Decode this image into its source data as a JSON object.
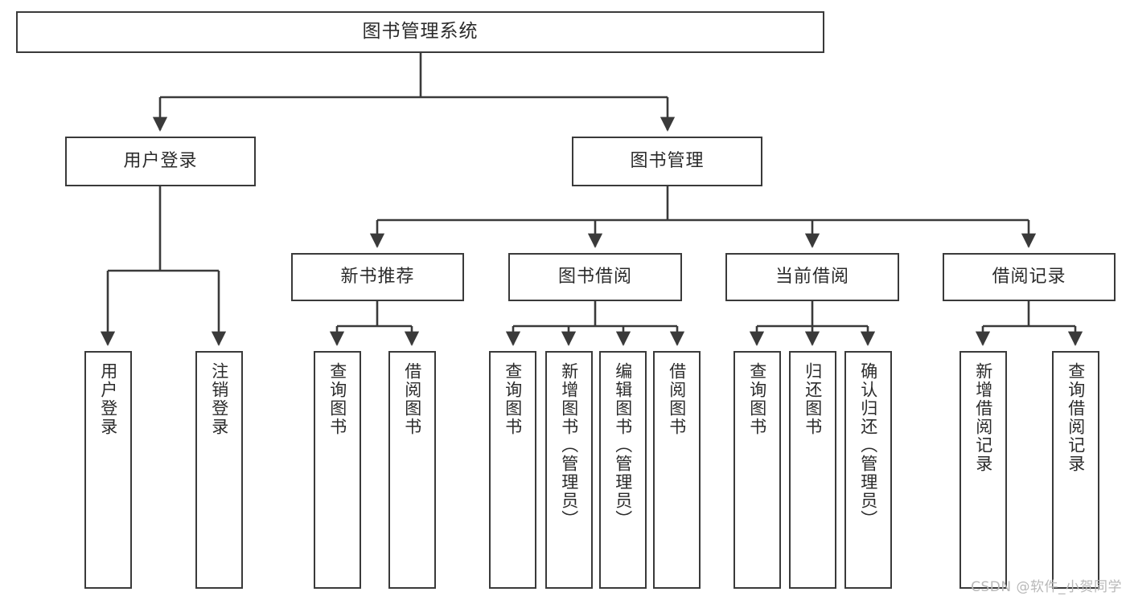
{
  "diagram": {
    "title": "图书管理系统",
    "type": "tree-hierarchy-diagram",
    "watermark": "CSDN @软件_小贺同学",
    "colors": {
      "box_border": "#3a3a3a",
      "box_fill": "#ffffff",
      "edge": "#3a3a3a",
      "text": "#2b2b2b",
      "watermark": "#b8b8b8",
      "background": "#ffffff"
    },
    "nodes": {
      "root": {
        "label": "图书管理系统"
      },
      "level2": [
        {
          "id": "user-login",
          "label": "用户登录"
        },
        {
          "id": "book-management",
          "label": "图书管理"
        }
      ],
      "level3": [
        {
          "id": "new-book-recommend",
          "label": "新书推荐"
        },
        {
          "id": "book-borrow",
          "label": "图书借阅"
        },
        {
          "id": "current-borrow",
          "label": "当前借阅"
        },
        {
          "id": "borrow-record",
          "label": "借阅记录"
        }
      ],
      "leaves": {
        "user-login": [
          {
            "id": "leaf-user-login",
            "label": "用户登录"
          },
          {
            "id": "leaf-logout-login",
            "label": "注销登录"
          }
        ],
        "new-book-recommend": [
          {
            "id": "leaf-query-book-1",
            "label": "查询图书"
          },
          {
            "id": "leaf-borrow-book-1",
            "label": "借阅图书"
          }
        ],
        "book-borrow": [
          {
            "id": "leaf-query-book-2",
            "label": "查询图书"
          },
          {
            "id": "leaf-add-book",
            "label": "新增图书（管理员）"
          },
          {
            "id": "leaf-edit-book",
            "label": "编辑图书（管理员）"
          },
          {
            "id": "leaf-borrow-book-2",
            "label": "借阅图书"
          }
        ],
        "current-borrow": [
          {
            "id": "leaf-query-book-3",
            "label": "查询图书"
          },
          {
            "id": "leaf-return-book",
            "label": "归还图书"
          },
          {
            "id": "leaf-confirm-return",
            "label": "确认归还（管理员）"
          }
        ],
        "borrow-record": [
          {
            "id": "leaf-add-borrow-record",
            "label": "新增借阅记录"
          },
          {
            "id": "leaf-query-borrow-record",
            "label": "查询借阅记录"
          }
        ]
      }
    }
  }
}
